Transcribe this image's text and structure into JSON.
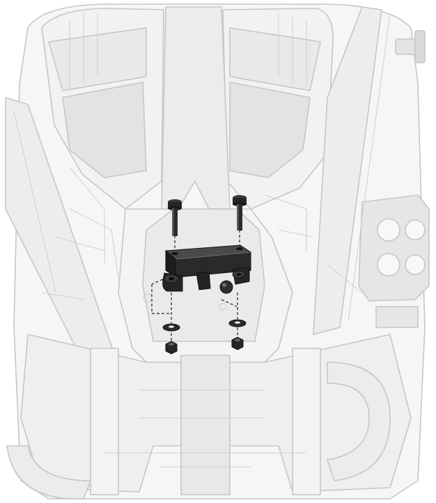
{
  "diagram": {
    "kind": "exploded-installation-view",
    "style": "monochrome line drawing",
    "colors": {
      "background": "#ffffff",
      "ghost_line": "#c9c9c9",
      "ghost_fill": "#f1f1f1",
      "ghost_shade": "#e4e4e4",
      "part_fill": "#2b2b2b",
      "part_dark": "#161616",
      "part_highlight": "#6a6a6a",
      "leader_line": "#222222"
    },
    "parts": [
      {
        "id": "bolt-left",
        "icon": "hex-bolt-icon"
      },
      {
        "id": "bolt-right",
        "icon": "hex-bolt-icon"
      },
      {
        "id": "mount-bracket",
        "icon": "bracket-icon"
      },
      {
        "id": "washer-left",
        "icon": "washer-icon"
      },
      {
        "id": "washer-right",
        "icon": "washer-icon"
      },
      {
        "id": "nut-left",
        "icon": "hex-nut-icon"
      },
      {
        "id": "nut-right",
        "icon": "hex-nut-icon"
      }
    ]
  }
}
